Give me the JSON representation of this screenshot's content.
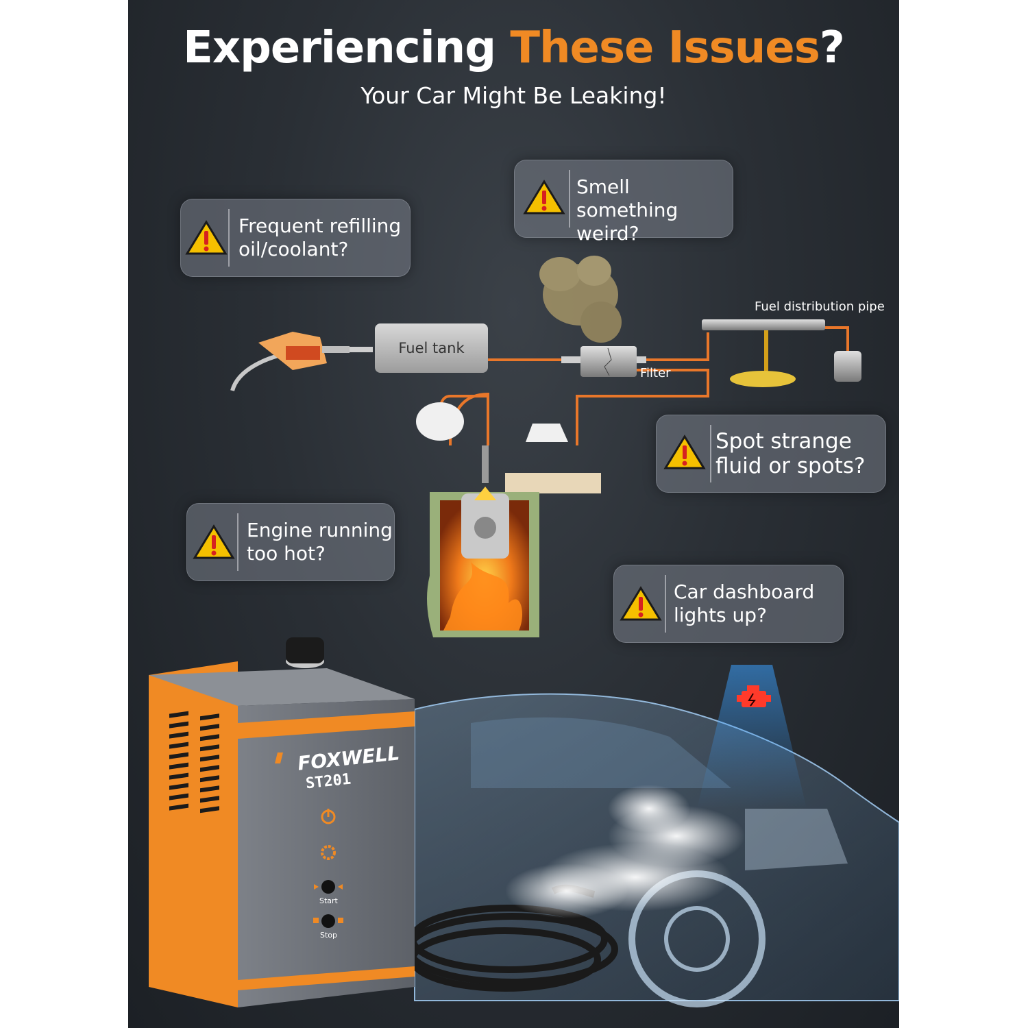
{
  "headline": {
    "part1": "Experiencing ",
    "accent": "These Issues",
    "part2": "?"
  },
  "subheadline": "Your Car Might Be Leaking!",
  "issues": [
    {
      "text": "Frequent refilling\noil/coolant?"
    },
    {
      "text": "Smell something\nweird?"
    },
    {
      "text": "Spot strange\nfluid or spots?"
    },
    {
      "text": "Engine running\ntoo hot?"
    },
    {
      "text": "Car dashboard\nlights up?"
    }
  ],
  "diagram": {
    "fuel_tank": "Fuel tank",
    "filter": "Filter",
    "fuel_distribution_pipe": "Fuel distribution pipe"
  },
  "device": {
    "brand": "FOXWELL",
    "model": "ST201",
    "start_label": "Start",
    "stop_label": "Stop"
  },
  "icons": [
    "warning-icon",
    "check-engine-icon",
    "power-icon",
    "gear-icon"
  ],
  "colors": {
    "accent": "#f08a24",
    "background": "#2a2f35",
    "warning_yellow": "#f5c000",
    "warning_red": "#d62020"
  }
}
